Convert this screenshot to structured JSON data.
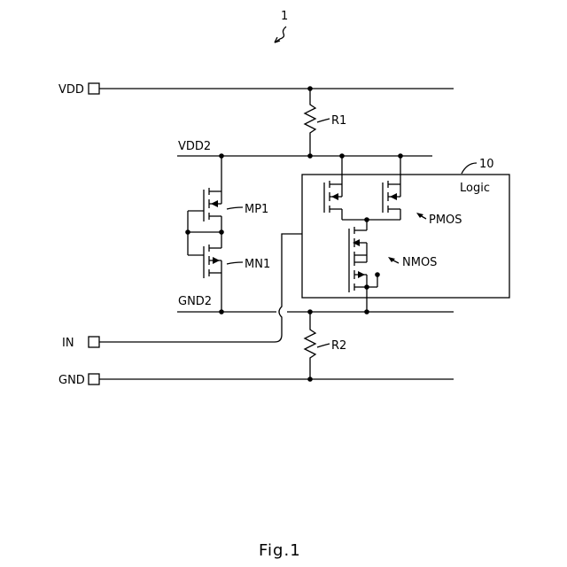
{
  "figure_ref": "1",
  "caption": "Fig.1",
  "block": {
    "ref": "10",
    "label": "Logic"
  },
  "terminals": {
    "vdd": "VDD",
    "in": "IN",
    "gnd": "GND"
  },
  "rails": {
    "vdd2": "VDD2",
    "gnd2": "GND2"
  },
  "resistors": {
    "r1": "R1",
    "r2": "R2"
  },
  "transistors": {
    "mp1": "MP1",
    "mn1": "MN1"
  },
  "annotations": {
    "pmos": "PMOS",
    "nmos": "NMOS"
  }
}
